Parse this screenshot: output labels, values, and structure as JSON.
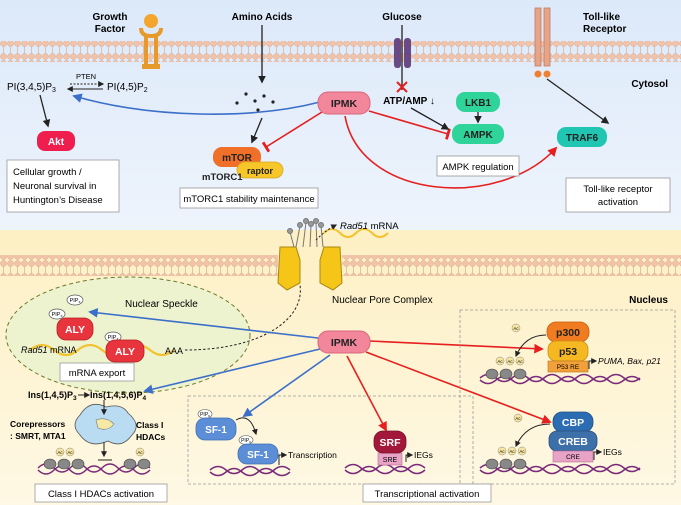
{
  "regions": {
    "cytosol": "Cytosol",
    "nucleus": "Nucleus"
  },
  "receptors": {
    "growth_factor": [
      "Growth",
      "Factor"
    ],
    "amino_acids": "Amino Acids",
    "glucose": "Glucose",
    "toll_like": [
      "Toll-like",
      "Receptor"
    ]
  },
  "lipids": {
    "pip3": "PI(3,4,5)P",
    "pip3_sub": "3",
    "pten": "PTEN",
    "pip2": "PI(4,5)P",
    "pip2_sub": "2"
  },
  "cytosol": {
    "akt": "Akt",
    "ipmk": "IPMK",
    "mtor": "mTOR",
    "raptor": "raptor",
    "mtorc1": "mTORC1",
    "atp_amp": "ATP/AMP ↓",
    "lkb1": "LKB1",
    "ampk": "AMPK",
    "traf6": "TRAF6",
    "box_akt": [
      "Cellular growth /",
      "Neuronal survival in",
      "Huntington’s Disease"
    ],
    "box_mtorc1": "mTORC1 stability maintenance",
    "box_ampk": "AMPK regulation",
    "box_tlr": [
      "Toll-like receptor",
      "activation"
    ]
  },
  "nucleus": {
    "rad51_out": "Rad51",
    "mrna": "mRNA",
    "npc": "Nuclear Pore Complex",
    "speckle": "Nuclear Speckle",
    "pip_label": "PIP",
    "pip_sub": "x",
    "aly": "ALY",
    "rad51_in": "Rad51",
    "aaa": "AAA",
    "ipmk": "IPMK",
    "box_export": "mRNA export",
    "ins5": "Ins(1,4,5)P",
    "ins5_sub": "3",
    "ins6": "Ins(1,4,5,6)P",
    "ins6_sub": "4",
    "corepressors": [
      "Corepressors",
      ": SMRT, MTA1"
    ],
    "hdac": [
      "Class I",
      "HDACs"
    ],
    "box_hdac": "Class I HDACs activation",
    "sf1": "SF-1",
    "transcription": "Transcription",
    "srf": "SRF",
    "sre": "SRE",
    "iegs": "IEGs",
    "p300": "p300",
    "p53": "p53",
    "p53re": "P53 RE",
    "targets": "PUMA, Bax, p21",
    "cbp": "CBP",
    "creb": "CREB",
    "cre": "CRE",
    "ac": "Ac",
    "box_tx": "Transcriptional activation"
  },
  "colors": {
    "ipmk": "#f2869a",
    "akt": "#f01e4f",
    "mtor": "#f0702a",
    "raptor": "#f7c72a",
    "lkb1_ampk": "#2fd49a",
    "traf6": "#21c6b3",
    "aly": "#e8343c",
    "sf1": "#5b8ed6",
    "srf": "#a3183a",
    "p300": "#f07b21",
    "p53": "#f5b822",
    "cbp": "#2b6cb3",
    "creb": "#3d6fa8",
    "activation": "#e61f1f",
    "blue_link": "#3b6fc9"
  }
}
